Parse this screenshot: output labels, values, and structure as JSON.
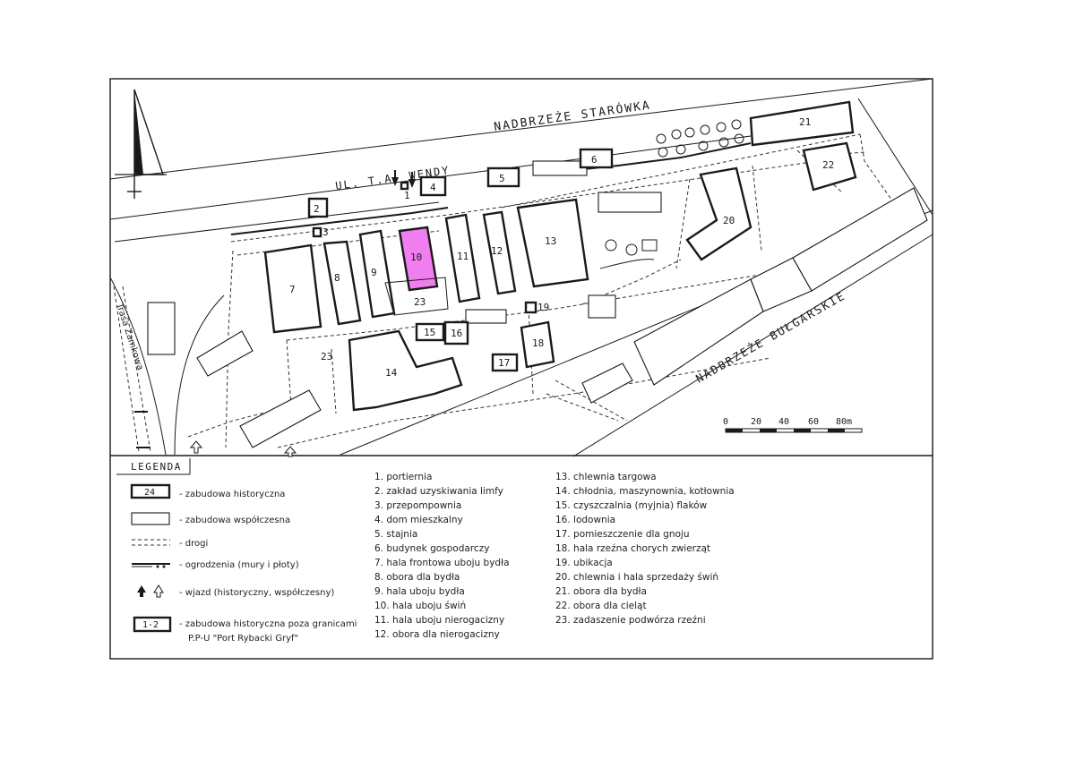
{
  "map": {
    "streets": {
      "nadbrzeze_starowka": "NADBRZEŻE STARÓWKA",
      "ul_wendy": "UL. T.A. WENDY",
      "nadbrzeze_bulgarskie": "NADBRZEŻE BUŁGARSKIE",
      "trasa_zamkowa": "Trasa Zamkowa"
    },
    "building_numbers": [
      "1",
      "2",
      "3",
      "4",
      "5",
      "6",
      "7",
      "8",
      "9",
      "10",
      "11",
      "12",
      "13",
      "14",
      "15",
      "16",
      "17",
      "18",
      "19",
      "20",
      "21",
      "22",
      "23",
      "23"
    ],
    "highlighted_building": "10",
    "highlight_color": "#f07ef0",
    "scale_bar": {
      "ticks": [
        "0",
        "20",
        "40",
        "60",
        "80m"
      ]
    }
  },
  "legend": {
    "title": "LEGENDA",
    "symbols": [
      {
        "symbol": "24",
        "text": "- zabudowa historyczna"
      },
      {
        "symbol": "",
        "text": "- zabudowa współczesna"
      },
      {
        "symbol": "",
        "text": "- drogi"
      },
      {
        "symbol": "",
        "text": "- ogrodzenia (mury i płoty)"
      },
      {
        "symbol": "",
        "text": "- wjazd (historyczny, współczesny)"
      },
      {
        "symbol": "1-2",
        "text": "- zabudowa historyczna poza granicami",
        "text2": "P.P-U \"Port Rybacki Gryf\""
      }
    ],
    "items_col1": [
      "1. portiernia",
      "2. zakład uzyskiwania limfy",
      "3. przepompownia",
      "4. dom mieszkalny",
      "5. stajnia",
      "6. budynek gospodarczy",
      "7. hala frontowa uboju bydła",
      "8. obora dla bydła",
      "9. hala uboju bydła",
      "10. hala uboju świń",
      "11. hala uboju nierogacizny",
      "12. obora dla nierogacizny"
    ],
    "items_col2": [
      "13. chlewnia targowa",
      "14. chłodnia, maszynownia, kotłownia",
      "15. czyszczalnia (myjnia) flaków",
      "16. lodownia",
      "17. pomieszczenie dla gnoju",
      "18. hala rzeźna chorych zwierząt",
      "19. ubikacja",
      "20. chlewnia i hala sprzedaży świń",
      "21. obora dla bydła",
      "22. obora dla cieląt",
      "23. zadaszenie podwórza rzeźni"
    ]
  }
}
